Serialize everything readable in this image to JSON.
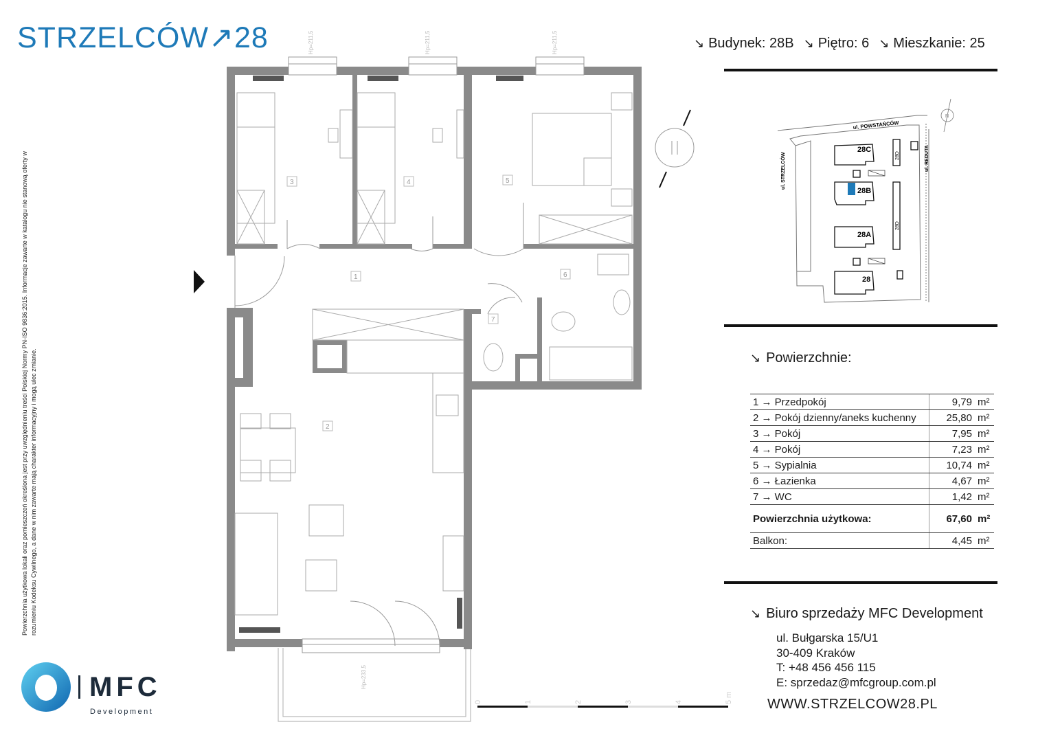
{
  "brand": {
    "name": "STRZELCÓW↗28",
    "color": "#1e7ab8"
  },
  "header": {
    "budynek": "Budynek: 28B",
    "pietro": "Piętro: 6",
    "mieszkanie": "Mieszkanie: 25",
    "arrow": "↘"
  },
  "site_plan": {
    "streets": [
      "ul. POWSTAŃCÓW",
      "ul. STRZELCÓW",
      "ul. REDUTA"
    ],
    "buildings": [
      "28C",
      "28B",
      "28A",
      "28",
      "28D",
      "28D"
    ],
    "north_marker": "N",
    "highlight_color": "#1e7ab8"
  },
  "floor_plan": {
    "room_numbers": [
      "1",
      "2",
      "3",
      "4",
      "5",
      "6",
      "7"
    ],
    "window_heights": [
      "Hp=211,5",
      "Hp=211,5",
      "Hp=211,5",
      "Hp=233,5"
    ],
    "scale_labels": [
      "0",
      "1",
      "2",
      "3",
      "4",
      "5 m"
    ],
    "wall_color": "#8a8a8a"
  },
  "areas": {
    "title": "Powierzchnie:",
    "unit": "m²",
    "rows": [
      {
        "label": "1 → Przedpokój",
        "value": "9,79"
      },
      {
        "label": "2 → Pokój dzienny/aneks kuchenny",
        "value": "25,80"
      },
      {
        "label": "3 → Pokój",
        "value": "7,95"
      },
      {
        "label": "4 → Pokój",
        "value": "7,23"
      },
      {
        "label": "5 → Sypialnia",
        "value": "10,74"
      },
      {
        "label": "6 → Łazienka",
        "value": "4,67"
      },
      {
        "label": "7 → WC",
        "value": "1,42"
      }
    ],
    "total_label": "Powierzchnia użytkowa:",
    "total_value": "67,60",
    "balcony_label": "Balkon:",
    "balcony_value": "4,45"
  },
  "office": {
    "title": "Biuro sprzedaży MFC Development",
    "street": "ul.   Bułgarska 15/U1",
    "city": "30-409 Kraków",
    "phone": "T: +48 456 456 115",
    "email": "E: sprzedaz@mfcgroup.com.pl",
    "website": "WWW.STRZELCOW28.PL"
  },
  "disclaimer": "Powierzchnia użytkowa lokali oraz pomieszczeń określona jest  przy uwzględnieniu treści Polskiej Normy PN-ISO 9836:2015. Informacje zawarte w katalogu nie stanową oferty w rozumieniu Kodeksu Cywilnego, a dane w nim zawarte mają charakter informacyjny i mogą ulec zmianie.",
  "logo": {
    "name": "MFC",
    "sub": "Development",
    "color_light": "#5fd0f0",
    "color_dark": "#1066b0"
  }
}
